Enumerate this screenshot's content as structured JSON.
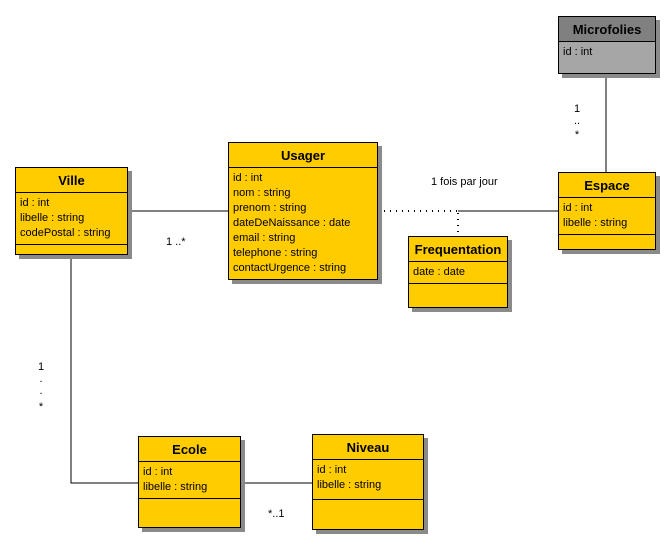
{
  "colors": {
    "class_fill": "#ffcc00",
    "microfolies_fill": "#808080",
    "microfolies_attr_fill": "#a6a6a6",
    "line": "#000000"
  },
  "classes": {
    "microfolies": {
      "name": "Microfolies",
      "attributes": [
        "id : int"
      ]
    },
    "espace": {
      "name": "Espace",
      "attributes": [
        "id : int",
        "libelle : string"
      ]
    },
    "usager": {
      "name": "Usager",
      "attributes": [
        "id : int",
        "nom : string",
        "prenom : string",
        "dateDeNaissance : date",
        "email : string",
        "telephone : string",
        "contactUrgence : string"
      ]
    },
    "ville": {
      "name": "Ville",
      "attributes": [
        "id : int",
        "libelle : string",
        "codePostal : string"
      ]
    },
    "frequentation": {
      "name": "Frequentation",
      "attributes": [
        "date : date"
      ]
    },
    "ecole": {
      "name": "Ecole",
      "attributes": [
        "id : int",
        "libelle : string"
      ]
    },
    "niveau": {
      "name": "Niveau",
      "attributes": [
        "id : int",
        "libelle : string"
      ]
    }
  },
  "labels": {
    "fois_par_jour": "1 fois par jour",
    "ville_usager_mult": "1 ..*",
    "ecole_niveau_mult": "*..1",
    "micro_espace_mult": [
      "1",
      "..",
      "*"
    ],
    "ville_ecole_mult": [
      "1",
      ".",
      ".",
      "*"
    ]
  }
}
